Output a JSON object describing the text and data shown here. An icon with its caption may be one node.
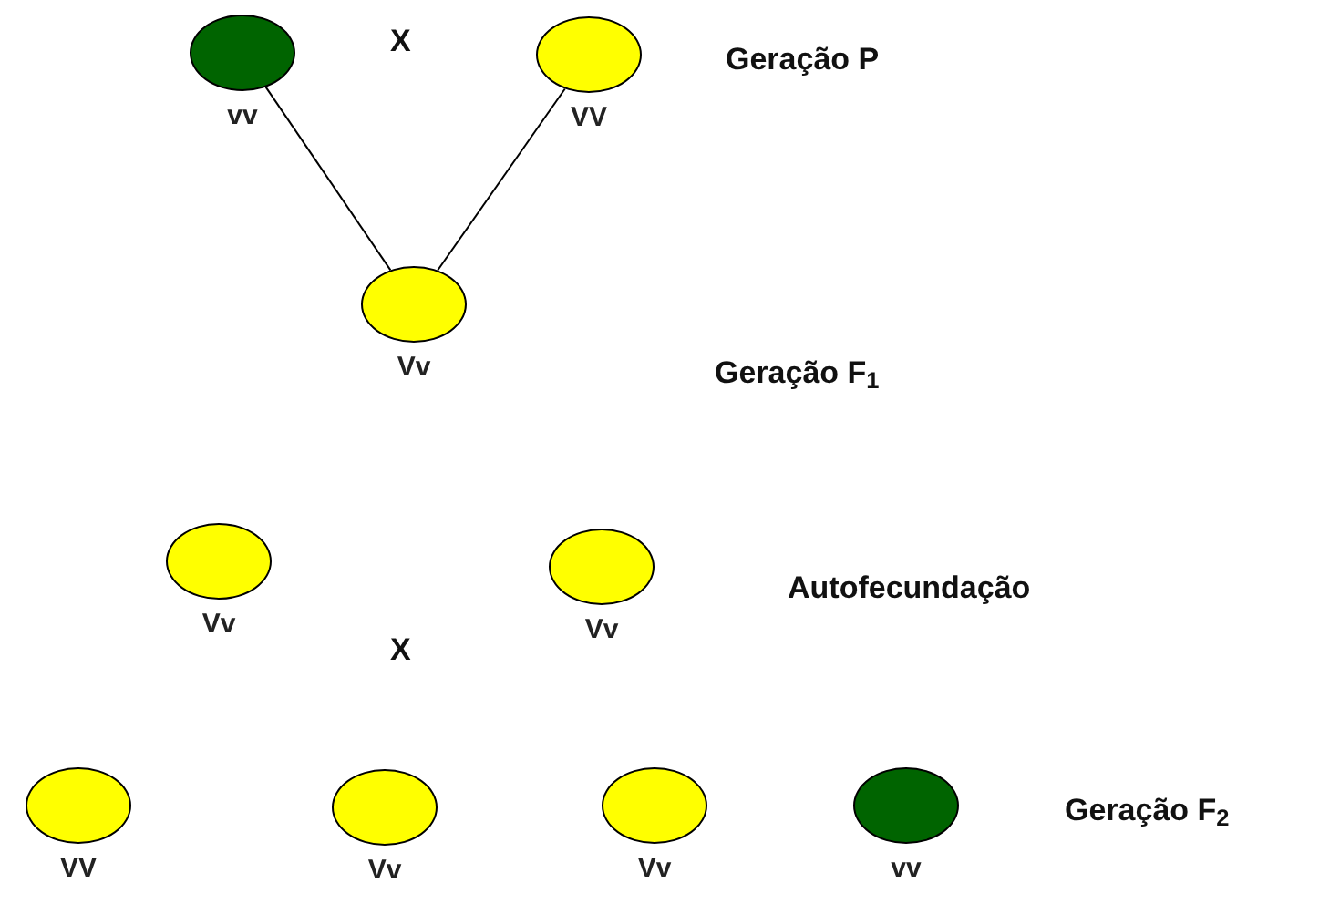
{
  "diagram": {
    "nodes": [
      {
        "text": [
          "vv"
        ]
      },
      {
        "text": [
          "VV"
        ]
      },
      {
        "text": [
          "Vv"
        ]
      },
      {
        "text": [
          "Vv"
        ]
      },
      {
        "text": [
          "Vv"
        ]
      },
      {
        "text": [
          "VV"
        ]
      },
      {
        "text": [
          "Vv"
        ]
      },
      {
        "text": [
          "Vv"
        ]
      },
      {
        "text": [
          "vv"
        ]
      }
    ],
    "edges": [
      {
        "from": 0,
        "to": 2,
        "arrow": "none"
      },
      {
        "from": 1,
        "to": 2,
        "arrow": "none"
      }
    ],
    "labels": [
      "X",
      "Geração P",
      "Geração F$_{1}$",
      "Autofecundação",
      "X",
      "Geração F$_{2}$"
    ]
  }
}
